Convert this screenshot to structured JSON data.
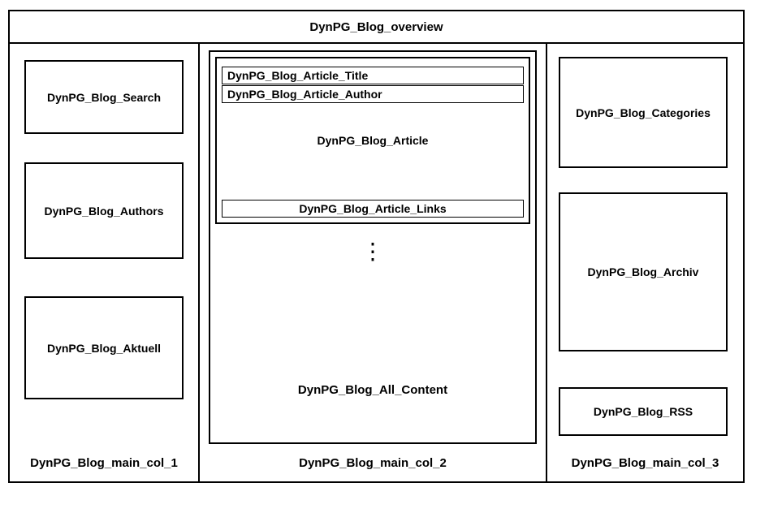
{
  "diagram": {
    "title": "DynPG_Blog_overview",
    "col1": {
      "label": "DynPG_Blog_main_col_1",
      "boxes": [
        "DynPG_Blog_Search",
        "DynPG_Blog_Authors",
        "DynPG_Blog_Aktuell"
      ]
    },
    "col2": {
      "label": "DynPG_Blog_main_col_2",
      "all_content_label": "DynPG_Blog_All_Content",
      "article_label": "DynPG_Blog_Article",
      "article_title": "DynPG_Blog_Article_Title",
      "article_author": "DynPG_Blog_Article_Author",
      "article_links": "DynPG_Blog_Article_Links",
      "ellipsis": "⋮"
    },
    "col3": {
      "label": "DynPG_Blog_main_col_3",
      "boxes": [
        "DynPG_Blog_Categories",
        "DynPG_Blog_Archiv",
        "DynPG_Blog_RSS"
      ]
    },
    "colors": {
      "border": "#000000",
      "background": "#ffffff"
    }
  }
}
